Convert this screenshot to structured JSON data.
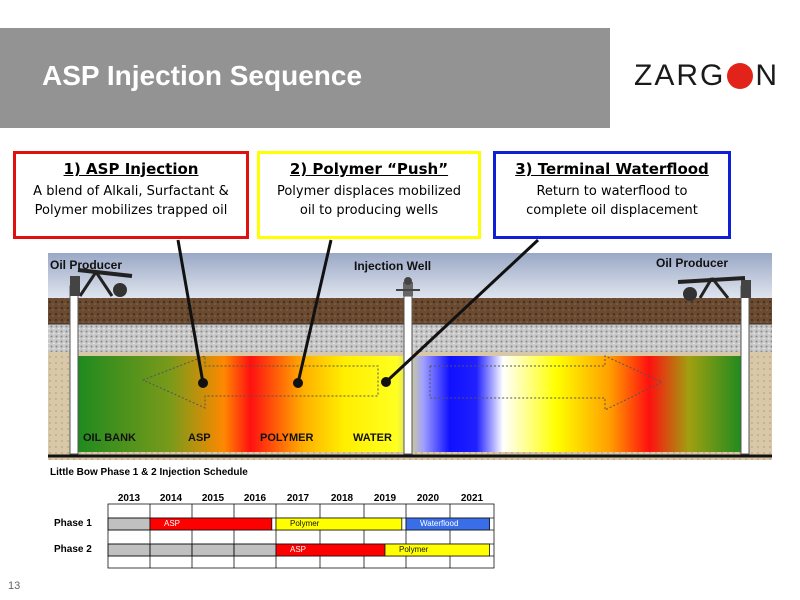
{
  "slide": {
    "title": "ASP Injection Sequence",
    "page_number": "13"
  },
  "logo": {
    "text_before": "ZARG",
    "text_after": "N",
    "dot_color": "#e2231a"
  },
  "steps": [
    {
      "heading": "1) ASP Injection",
      "line1": "A blend of Alkali, Surfactant &",
      "line2": "Polymer mobilizes trapped oil",
      "border_color": "#e01010"
    },
    {
      "heading": "2) Polymer “Push”",
      "line1": "Polymer displaces mobilized",
      "line2": "oil to producing wells",
      "border_color": "#ffff00"
    },
    {
      "heading": "3) Terminal Waterflood",
      "line1": "Return to waterflood to",
      "line2": "complete oil displacement",
      "border_color": "#0f1fd8"
    }
  ],
  "diagram": {
    "well_left": "Oil Producer",
    "well_center": "Injection Well",
    "well_right": "Oil Producer",
    "zones": [
      "OIL BANK",
      "ASP",
      "POLYMER",
      "WATER"
    ]
  },
  "schedule": {
    "title": "Little Bow Phase 1 & 2 Injection Schedule",
    "years": [
      "2013",
      "2014",
      "2015",
      "2016",
      "2017",
      "2018",
      "2019",
      "2020",
      "2021"
    ],
    "phases": [
      {
        "label": "Phase 1",
        "bars": [
          {
            "name": "ASP",
            "start": 2014,
            "end": 2016.9,
            "color": "#ff0000"
          },
          {
            "name": "Polymer",
            "start": 2017,
            "end": 2019.9,
            "color": "#ffff00"
          },
          {
            "name": "Waterflood",
            "start": 2020,
            "end": 2021.9,
            "color": "#3a6ee8"
          }
        ]
      },
      {
        "label": "Phase 2",
        "bars": [
          {
            "name": "ASP",
            "start": 2017,
            "end": 2019.5,
            "color": "#ff0000"
          },
          {
            "name": "Polymer",
            "start": 2019.5,
            "end": 2021.9,
            "color": "#ffff00"
          }
        ]
      }
    ]
  }
}
